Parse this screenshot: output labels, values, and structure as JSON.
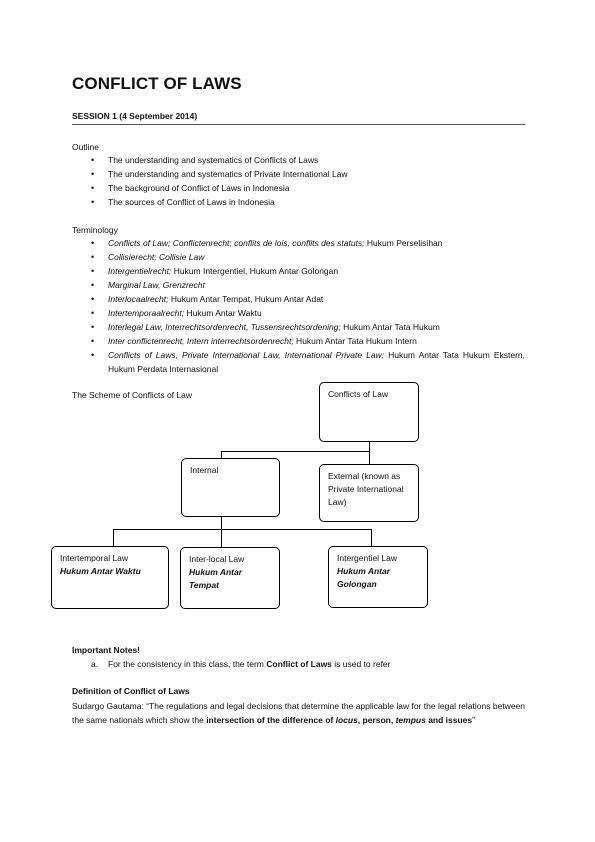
{
  "title": "CONFLICT OF LAWS",
  "session": "SESSION 1 (4 September 2014)",
  "outline": {
    "label": "Outline",
    "items": [
      "The understanding and systematics of Conflicts of Laws",
      "The understanding and systematics of Private International Law",
      "The background of Conflict of Laws in Indonesia",
      "The sources of Conflict of Laws in Indonesia"
    ]
  },
  "terminology": {
    "label": "Terminology",
    "items": [
      {
        "italic": "Conflicts of Law; Conflictenrecht; conflits de lois, conflits des statuts;",
        "normal": " Hukum Perselisihan"
      },
      {
        "italic": "Collisierecht; Collisie Law",
        "normal": ""
      },
      {
        "italic": "Intergentielrecht;",
        "normal": " Hukum Intergentiel, Hukum Antar Golongan"
      },
      {
        "italic": "Marginal Law, Grenzrecht",
        "normal": ""
      },
      {
        "italic": "Interlocaalrecht;",
        "normal": " Hukum Antar Tempat, Hukum Antar Adat"
      },
      {
        "italic": "Intertemporaalrecht;",
        "normal": " Hukum Antar Waktu"
      },
      {
        "italic": "Interlegal Law, Interrechtsordenrecht, Tussensrechtsordening;",
        "normal": " Hukum Antar Tata Hukum"
      },
      {
        "italic": "Inter conflictenrecht, Intern interrechtsordenrecht;",
        "normal": " Hukum Antar Tata Hukum Intern"
      },
      {
        "italic": "Conflicts of Laws, Private International Law, International Private Law;",
        "normal": " Hukum Antar Tata Hukum Ekstern, Hukum Perdata Internasional"
      }
    ]
  },
  "scheme": {
    "label": "The Scheme of Conflicts of Law",
    "root": "Conflicts of Law",
    "internal": "Internal",
    "external": "External (known as Private International Law)",
    "intertemporal": {
      "name": "Intertemporal Law",
      "local": "Hukum Antar Waktu"
    },
    "interlocal": {
      "name": "Inter-local Law",
      "local": "Hukum Antar Tempat"
    },
    "intergentiel": {
      "name": "Intergentiel Law",
      "local": "Hukum Antar Golongan"
    }
  },
  "notes": {
    "heading": "Important Notes!",
    "item_marker": "a.",
    "item_before": "For the consistency in this class, the term ",
    "item_bold": "Conflict of Laws",
    "item_after": " is used to refer"
  },
  "definition": {
    "heading": "Definition of Conflict of Laws",
    "text_before": "Sudargo Gautama: “The regulations and legal decisions that determine the applicable law for the legal relations between the same nationals which show the ",
    "bold_1": "intersection of the difference of ",
    "bold_italic_1": "locus",
    "bold_2": ", person, ",
    "bold_italic_2": "tempus",
    "bold_3": " and issues",
    "text_after": "”"
  }
}
